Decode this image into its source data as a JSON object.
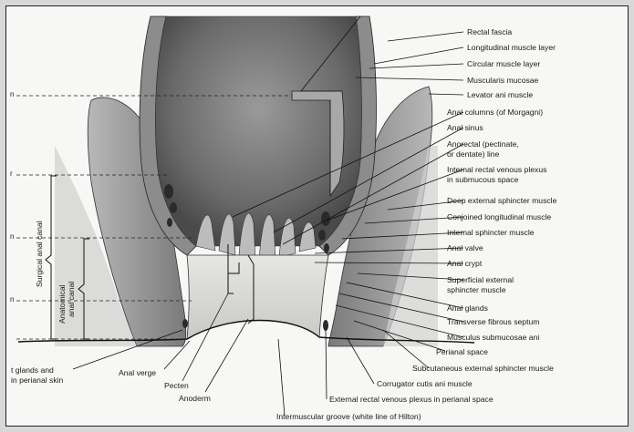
{
  "labels_right": [
    "Rectal fascia",
    "Longitudinal muscle layer",
    "Circular muscle layer",
    "Muscularis mucosae",
    "Levator ani muscle",
    "Anal columns (of Morgagni)",
    "Anal sinus",
    "Anorectal (pectinate,",
    "or dentate) line",
    "Internal rectal venous plexus",
    "in submucous space",
    "Deep external sphincter muscle",
    "Conjoined longitudinal muscle",
    "Internal sphincter muscle",
    "Anal valve",
    "Anal crypt",
    "Superficial external",
    "sphincter muscle",
    "Anal glands",
    "Transverse fibrous septum",
    "Musculus submucosae ani",
    "Perianal space",
    "Subcutaneous external sphincter muscle",
    "Corrugator cutis ani muscle",
    "External rectal venous plexus in perianal space",
    "Intermuscular groove (white line of Hilton)"
  ],
  "labels_bottom_left": {
    "glands_line1": "t glands and",
    "glands_line2": "in perianal skin",
    "anal_verge": "Anal verge",
    "pecten": "Pecten",
    "anoderm": "Anoderm"
  },
  "side_labels": {
    "surgical": "Surgical anal canal",
    "anatomical_1": "Anatomical",
    "anatomical_2": "anal canal"
  },
  "edge_markers": [
    "n",
    "r",
    "n",
    "n"
  ]
}
